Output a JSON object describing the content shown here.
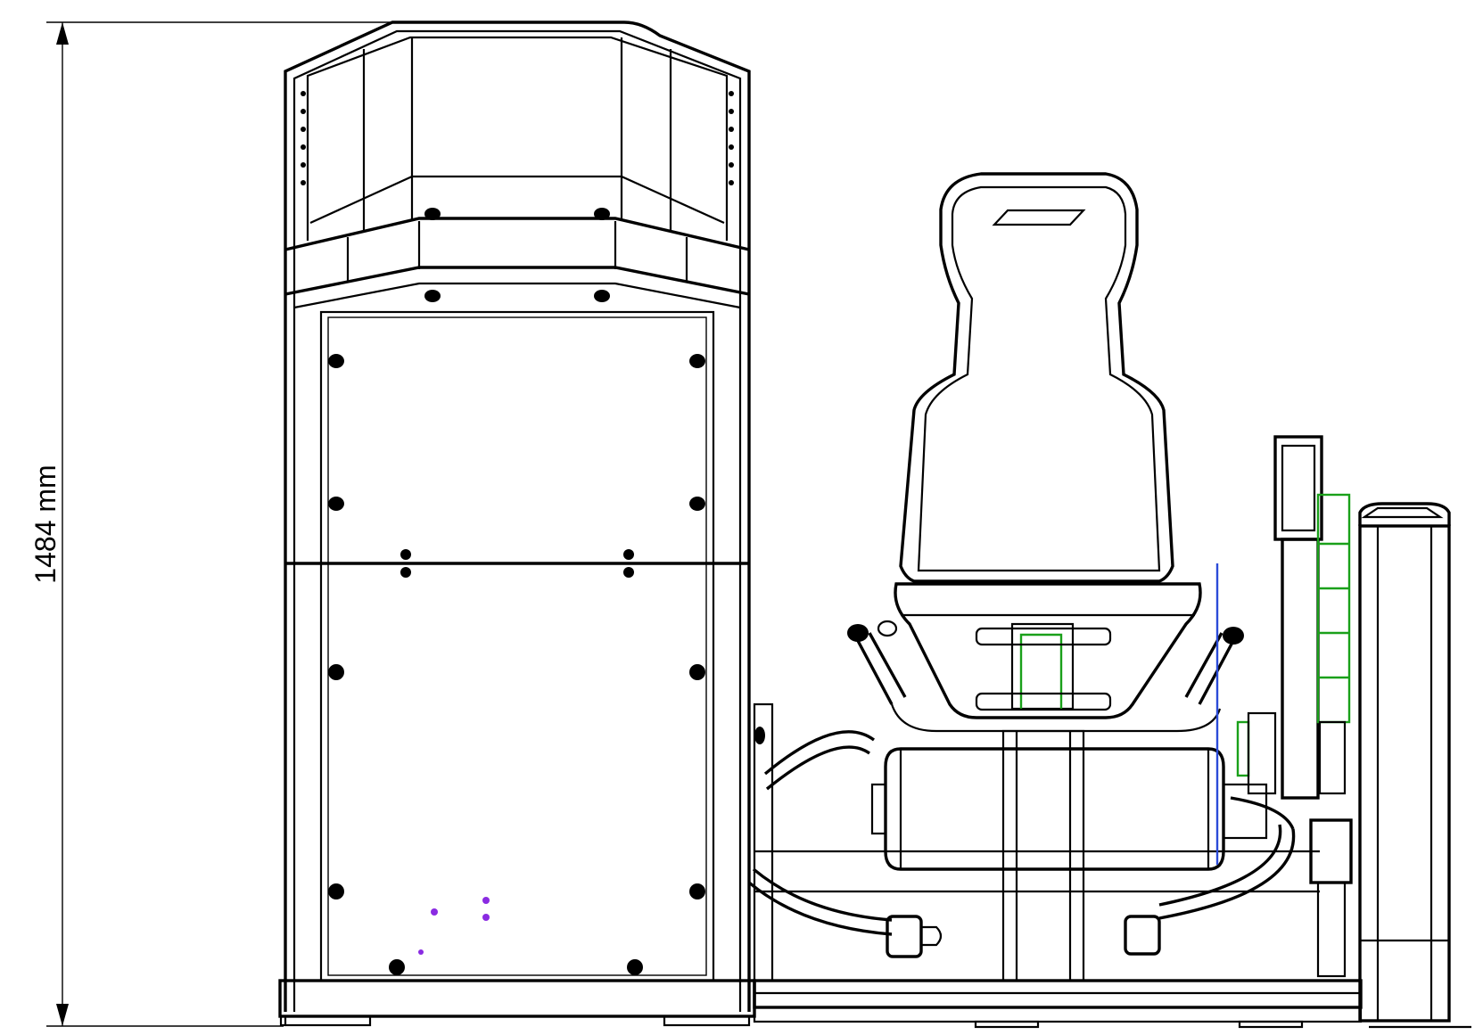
{
  "dimension": {
    "height_value": 1484,
    "unit": "mm",
    "label": "1484 mm"
  },
  "colors": {
    "line": "#000000",
    "accent_green": "#1aa01a",
    "accent_blue": "#2b4bd8",
    "accent_purple": "#8a2be2",
    "background": "#ffffff"
  }
}
